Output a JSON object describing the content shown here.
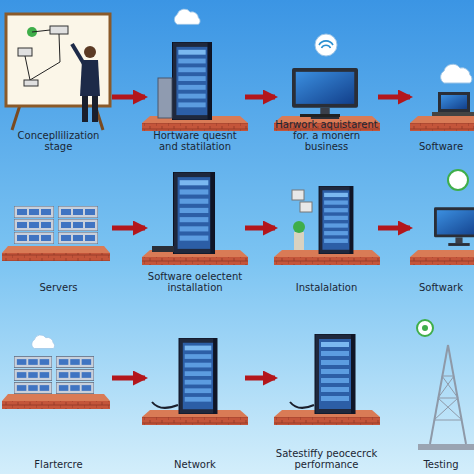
{
  "diagram": {
    "nodes": [
      {
        "text": [
          "Concepllilization stage"
        ]
      },
      {
        "text": [
          "Hortware quesnt and statilation"
        ]
      },
      {
        "text": [
          "Harwork aquistarent for. a monern business"
        ]
      },
      {
        "text": [
          "Software"
        ]
      },
      {
        "text": [
          "Servers"
        ]
      },
      {
        "text": [
          "Software oelectent installation"
        ]
      },
      {
        "text": [
          "Instalalation"
        ]
      },
      {
        "text": [
          "Softwark"
        ]
      },
      {
        "text": [
          "Flartercre"
        ]
      },
      {
        "text": [
          "Network"
        ]
      },
      {
        "text": [
          "Satestiffy peocecrck performance"
        ]
      },
      {
        "text": [
          "Testing"
        ]
      }
    ],
    "edges": [
      {
        "from": 0,
        "to": 1,
        "arrow": "to"
      },
      {
        "from": 1,
        "to": 2,
        "arrow": "to"
      },
      {
        "from": 2,
        "to": 3,
        "arrow": "to"
      },
      {
        "from": 4,
        "to": 5,
        "arrow": "to"
      },
      {
        "from": 5,
        "to": 6,
        "arrow": "to"
      },
      {
        "from": 6,
        "to": 7,
        "arrow": "to"
      },
      {
        "from": 8,
        "to": 9,
        "arrow": "to"
      },
      {
        "from": 9,
        "to": 10,
        "arrow": "to"
      }
    ]
  }
}
